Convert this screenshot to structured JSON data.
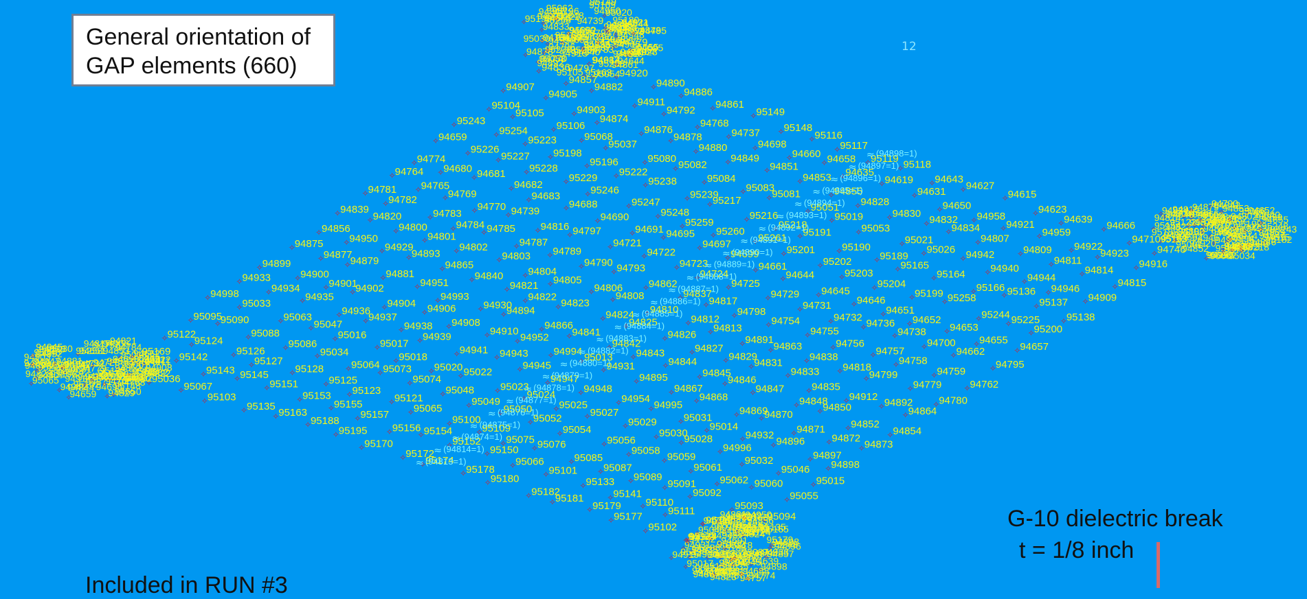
{
  "title_box": {
    "line1": "General  orientation of",
    "line2": "GAP elements (660)"
  },
  "dielectric": {
    "title": "G-10 dielectric break",
    "thickness": "t = 1/8 inch"
  },
  "bottom_note": "Included in RUN #3",
  "figure_label": "12",
  "colors": {
    "background": "#0097f1",
    "node_label": "#f5f51a",
    "gap_label": "#7ff2ff",
    "node_marker": "#c2263a"
  },
  "node_labels": [
    "95001",
    "95036",
    "95067",
    "95103",
    "95135",
    "95163",
    "95188",
    "95195",
    "95170",
    "95172",
    "95174",
    "95178",
    "95180",
    "95182",
    "95181",
    "95179",
    "95177",
    "95102",
    "95134",
    "95162",
    "95169",
    "95142",
    "95143",
    "95145",
    "95151",
    "95153",
    "95155",
    "95157",
    "95156",
    "95154",
    "95152",
    "95150",
    "95066",
    "95101",
    "95133",
    "95141",
    "95110",
    "95111",
    "95112",
    "95120",
    "95122",
    "95124",
    "95126",
    "95127",
    "95128",
    "95125",
    "95123",
    "95121",
    "95065",
    "95100",
    "95109",
    "95075",
    "95076",
    "95085",
    "95087",
    "95089",
    "95091",
    "95092",
    "95093",
    "95094",
    "95095",
    "95090",
    "95088",
    "95086",
    "95034",
    "95064",
    "95073",
    "95074",
    "95048",
    "95049",
    "95050",
    "95052",
    "95054",
    "95056",
    "95058",
    "95059",
    "95061",
    "95062",
    "95060",
    "95055",
    "94998",
    "95033",
    "95063",
    "95047",
    "95016",
    "95017",
    "95018",
    "95020",
    "95022",
    "95023",
    "95024",
    "95025",
    "95027",
    "95029",
    "95030",
    "95028",
    "94996",
    "95032",
    "95046",
    "95015",
    "94933",
    "94934",
    "94935",
    "94936",
    "94937",
    "94938",
    "94939",
    "94941",
    "94943",
    "94945",
    "94947",
    "94948",
    "94954",
    "94995",
    "95031",
    "95014",
    "94932",
    "94896",
    "94897",
    "94898",
    "94899",
    "94900",
    "94901",
    "94902",
    "94904",
    "94906",
    "94908",
    "94910",
    "94952",
    "94994",
    "95013",
    "94931",
    "94895",
    "94867",
    "94868",
    "94869",
    "94870",
    "94871",
    "94872",
    "94873",
    "94875",
    "94877",
    "94879",
    "94881",
    "94951",
    "94993",
    "94930",
    "94894",
    "94866",
    "94841",
    "94842",
    "94843",
    "94844",
    "94845",
    "94846",
    "94847",
    "94848",
    "94850",
    "94852",
    "94854",
    "94856",
    "94950",
    "94929",
    "94893",
    "94865",
    "94840",
    "94821",
    "94822",
    "94823",
    "94824",
    "94825",
    "94826",
    "94827",
    "94829",
    "94831",
    "94833",
    "94835",
    "94912",
    "94892",
    "94864",
    "94839",
    "94820",
    "94800",
    "94801",
    "94802",
    "94803",
    "94804",
    "94805",
    "94806",
    "94808",
    "94810",
    "94812",
    "94813",
    "94891",
    "94863",
    "94838",
    "94818",
    "94799",
    "94779",
    "94780",
    "94781",
    "94782",
    "94783",
    "94784",
    "94785",
    "94787",
    "94789",
    "94790",
    "94793",
    "94862",
    "94837",
    "94817",
    "94798",
    "94754",
    "94755",
    "94756",
    "94757",
    "94758",
    "94759",
    "94762",
    "94764",
    "94765",
    "94769",
    "94770",
    "94739",
    "94816",
    "94797",
    "94721",
    "94722",
    "94723",
    "94724",
    "94725",
    "94729",
    "94731",
    "94732",
    "94736",
    "94738",
    "94700",
    "94662",
    "94795",
    "94774",
    "94680",
    "94681",
    "94682",
    "94683",
    "94688",
    "94690",
    "94691",
    "94695",
    "94697",
    "94699",
    "94661",
    "94644",
    "94645",
    "94646",
    "94651",
    "94652",
    "94653",
    "94655",
    "94657",
    "94659",
    "95226",
    "95227",
    "95228",
    "95229",
    "95246",
    "95247",
    "95248",
    "95259",
    "95260",
    "95261",
    "95201",
    "95202",
    "95203",
    "95204",
    "95199",
    "95258",
    "95244",
    "95225",
    "95200",
    "95243",
    "95254",
    "95223",
    "95198",
    "95196",
    "95222",
    "95238",
    "95239",
    "95217",
    "95216",
    "95218",
    "95191",
    "95190",
    "95189",
    "95165",
    "95164",
    "95166",
    "95136",
    "95137",
    "95138",
    "95104",
    "95105",
    "95106",
    "95068",
    "95037",
    "95080",
    "95082",
    "95084",
    "95083",
    "95081",
    "95051",
    "95019",
    "95053",
    "95021",
    "95026",
    "94942",
    "94940",
    "94944",
    "94946",
    "94909",
    "94907",
    "94905",
    "94903",
    "94874",
    "94876",
    "94878",
    "94880",
    "94849",
    "94851",
    "94853",
    "94855",
    "94828",
    "94830",
    "94832",
    "94834",
    "94807",
    "94809",
    "94811",
    "94814",
    "94815",
    "94836",
    "94857",
    "94882",
    "94911",
    "94792",
    "94768",
    "94737",
    "94698",
    "94660",
    "94658",
    "94635",
    "94619",
    "94631",
    "94650",
    "94958",
    "94921",
    "94959",
    "94922",
    "94923",
    "94916",
    "94915",
    "94914",
    "94920",
    "94890",
    "94886",
    "94861",
    "95149",
    "95148",
    "95116",
    "95117",
    "95119",
    "95118",
    "94643",
    "94627",
    "94615",
    "94623",
    "94639",
    "94666",
    "94710",
    "94746",
    "94796",
    "94779"
  ],
  "gap_labels": [
    "(94813=1)",
    "(94814=1)",
    "(94874=1)",
    "(94875=1)",
    "(94876=1)",
    "(94877=1)",
    "(94878=1)",
    "(94879=1)",
    "(94880=1)",
    "(94882=1)",
    "(94883=1)",
    "(94884=1)",
    "(94885=1)",
    "(94886=1)",
    "(94887=1)",
    "(94888=1)",
    "(94889=1)",
    "(94890=1)",
    "(94891=1)",
    "(94892=1)",
    "(94893=1)",
    "(94894=1)",
    "(94895=1)",
    "(94896=1)",
    "(94897=1)",
    "(94898=1)"
  ]
}
